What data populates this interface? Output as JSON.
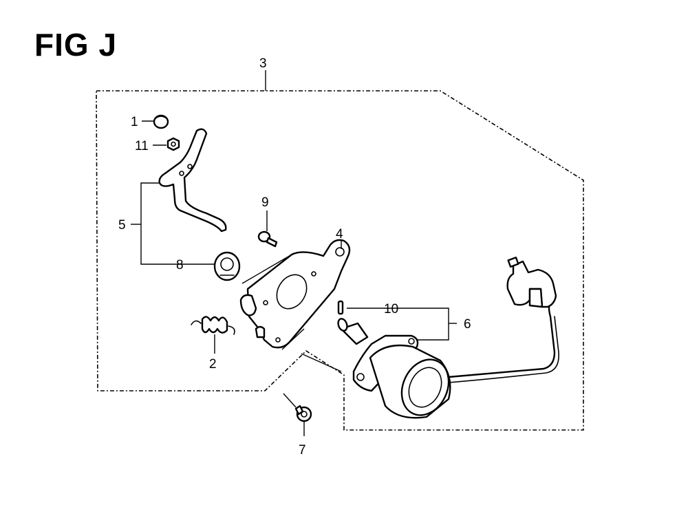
{
  "figure": {
    "title": "FIG J"
  },
  "callouts": {
    "c1": "1",
    "c2": "2",
    "c3": "3",
    "c4": "4",
    "c5": "5",
    "c6": "6",
    "c7": "7",
    "c8": "8",
    "c9": "9",
    "c10": "10",
    "c11": "11"
  }
}
